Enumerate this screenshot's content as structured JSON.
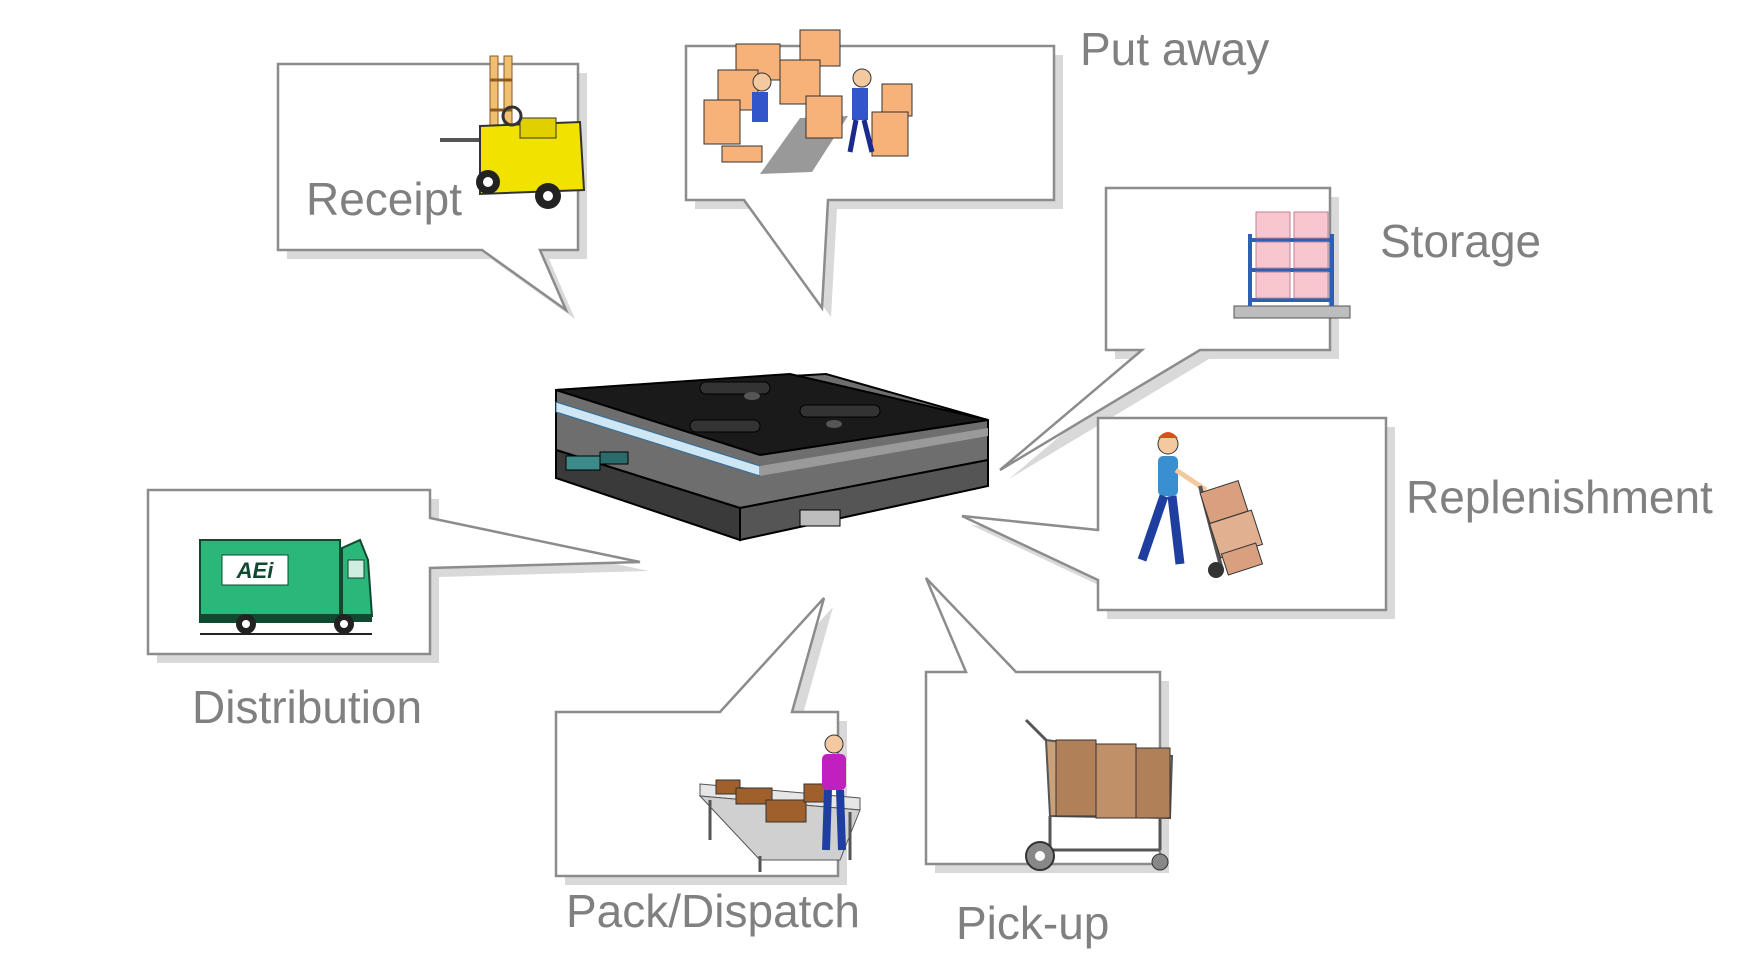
{
  "labels": {
    "receipt": "Receipt",
    "put_away": "Put away",
    "storage": "Storage",
    "replenishment": "Replenishment",
    "distribution": "Distribution",
    "pack_dispatch": "Pack/Dispatch",
    "pick_up": "Pick-up"
  },
  "truck_logo": "AEi",
  "colors": {
    "label_text": "#808080",
    "callout_border": "#8c8c8c",
    "callout_shadow": "#d9d9d9",
    "warehouse_roof": "#1a1a1a",
    "truck_green": "#2bb67a",
    "forklift_yellow": "#f2e200",
    "box_orange": "#f7b27a",
    "pallet_pink": "#f7c6cf",
    "rack_blue": "#2f5fb5"
  },
  "icons": [
    "forklift-icon",
    "workers-boxes-icon",
    "pallet-rack-icon",
    "hand-truck-worker-icon",
    "delivery-truck-icon",
    "packing-table-icon",
    "shopping-cart-icon",
    "warehouse-icon"
  ]
}
